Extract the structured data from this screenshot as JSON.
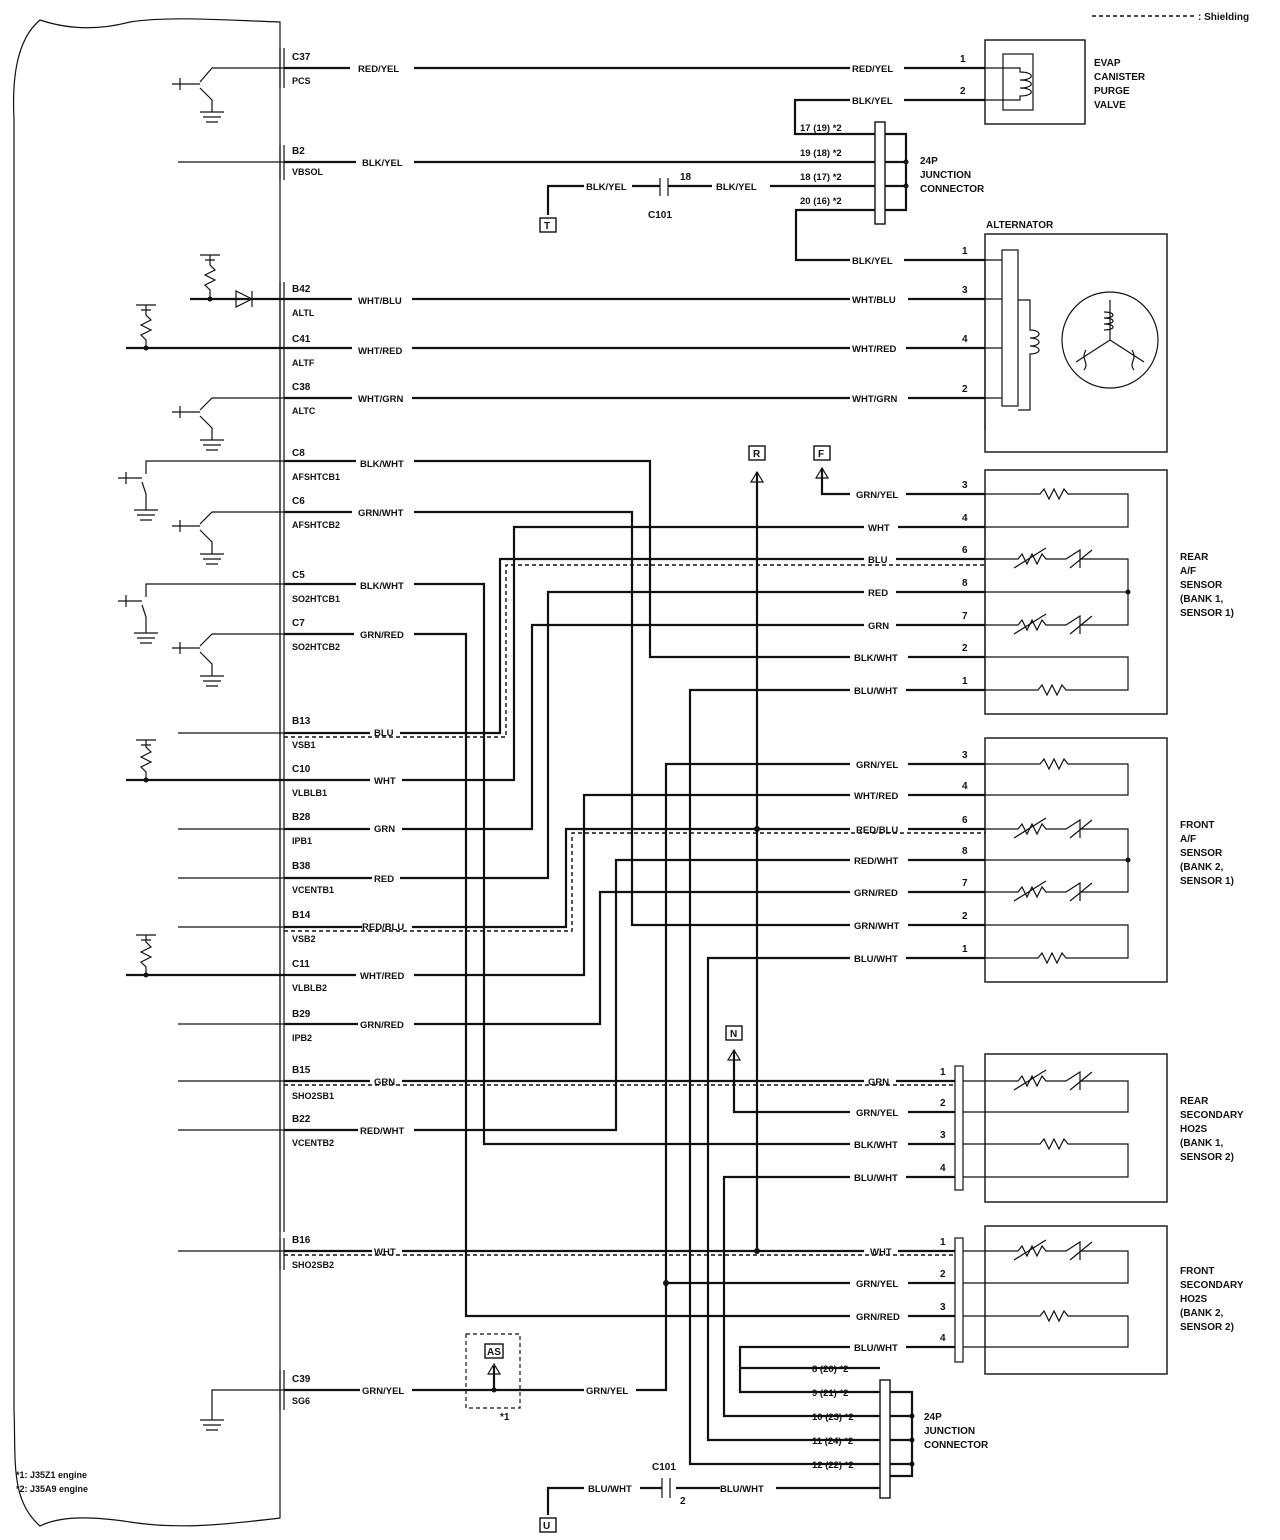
{
  "legend": {
    "shielding": ": Shielding"
  },
  "footnotes": [
    "*1: J35Z1 engine",
    "*2: J35A9 engine"
  ],
  "ecm_pins": [
    {
      "id": "C37",
      "name": "PCS",
      "wire": "RED/YEL"
    },
    {
      "id": "B2",
      "name": "VBSOL",
      "wire": "BLK/YEL"
    },
    {
      "id": "B42",
      "name": "ALTL",
      "wire": "WHT/BLU"
    },
    {
      "id": "C41",
      "name": "ALTF",
      "wire": "WHT/RED"
    },
    {
      "id": "C38",
      "name": "ALTC",
      "wire": "WHT/GRN"
    },
    {
      "id": "C8",
      "name": "AFSHTCB1",
      "wire": "BLK/WHT"
    },
    {
      "id": "C6",
      "name": "AFSHTCB2",
      "wire": "GRN/WHT"
    },
    {
      "id": "C5",
      "name": "SO2HTCB1",
      "wire": "BLK/WHT"
    },
    {
      "id": "C7",
      "name": "SO2HTCB2",
      "wire": "GRN/RED"
    },
    {
      "id": "B13",
      "name": "VSB1",
      "wire": "BLU"
    },
    {
      "id": "C10",
      "name": "VLBLB1",
      "wire": "WHT"
    },
    {
      "id": "B28",
      "name": "IPB1",
      "wire": "GRN"
    },
    {
      "id": "B38",
      "name": "VCENTB1",
      "wire": "RED"
    },
    {
      "id": "B14",
      "name": "VSB2",
      "wire": "RED/BLU"
    },
    {
      "id": "C11",
      "name": "VLBLB2",
      "wire": "WHT/RED"
    },
    {
      "id": "B29",
      "name": "IPB2",
      "wire": "GRN/RED"
    },
    {
      "id": "B15",
      "name": "SHO2SB1",
      "wire": "GRN"
    },
    {
      "id": "B22",
      "name": "VCENTB2",
      "wire": "RED/WHT"
    },
    {
      "id": "B16",
      "name": "SHO2SB2",
      "wire": "WHT"
    },
    {
      "id": "C39",
      "name": "SG6",
      "wire": "GRN/YEL"
    }
  ],
  "components": {
    "evap": {
      "name": [
        "EVAP",
        "CANISTER",
        "PURGE",
        "VALVE"
      ],
      "pins": [
        {
          "pin": "1",
          "wire": "RED/YEL"
        },
        {
          "pin": "2",
          "wire": "BLK/YEL"
        }
      ]
    },
    "jc_top": {
      "name": [
        "24P",
        "JUNCTION",
        "CONNECTOR"
      ],
      "pins": [
        "17 (19) *2",
        "19 (18) *2",
        "18 (17) *2",
        "20 (16) *2"
      ]
    },
    "c101_top": {
      "name": "C101",
      "pin": "18",
      "wire_left": "BLK/YEL",
      "wire_right": "BLK/YEL"
    },
    "alternator": {
      "name": "ALTERNATOR",
      "pins": [
        {
          "pin": "1",
          "wire": "BLK/YEL"
        },
        {
          "pin": "3",
          "wire": "WHT/BLU"
        },
        {
          "pin": "4",
          "wire": "WHT/RED"
        },
        {
          "pin": "2",
          "wire": "WHT/GRN"
        }
      ]
    },
    "rear_af": {
      "name": [
        "REAR",
        "A/F",
        "SENSOR",
        "(BANK 1,",
        "SENSOR 1)"
      ],
      "pins": [
        {
          "pin": "3",
          "wire": "GRN/YEL"
        },
        {
          "pin": "4",
          "wire": "WHT"
        },
        {
          "pin": "6",
          "wire": "BLU"
        },
        {
          "pin": "8",
          "wire": "RED"
        },
        {
          "pin": "7",
          "wire": "GRN"
        },
        {
          "pin": "2",
          "wire": "BLK/WHT"
        },
        {
          "pin": "1",
          "wire": "BLU/WHT"
        }
      ]
    },
    "front_af": {
      "name": [
        "FRONT",
        "A/F",
        "SENSOR",
        "(BANK 2,",
        "SENSOR 1)"
      ],
      "pins": [
        {
          "pin": "3",
          "wire": "GRN/YEL"
        },
        {
          "pin": "4",
          "wire": "WHT/RED"
        },
        {
          "pin": "6",
          "wire": "RED/BLU"
        },
        {
          "pin": "8",
          "wire": "RED/WHT"
        },
        {
          "pin": "7",
          "wire": "GRN/RED"
        },
        {
          "pin": "2",
          "wire": "GRN/WHT"
        },
        {
          "pin": "1",
          "wire": "BLU/WHT"
        }
      ]
    },
    "rear_ho2s": {
      "name": [
        "REAR",
        "SECONDARY",
        "HO2S",
        "(BANK 1,",
        "SENSOR 2)"
      ],
      "pins": [
        {
          "pin": "1",
          "wire": "GRN"
        },
        {
          "pin": "2",
          "wire": "GRN/YEL"
        },
        {
          "pin": "3",
          "wire": "BLK/WHT"
        },
        {
          "pin": "4",
          "wire": "BLU/WHT"
        }
      ]
    },
    "front_ho2s": {
      "name": [
        "FRONT",
        "SECONDARY",
        "HO2S",
        "(BANK 2,",
        "SENSOR 2)"
      ],
      "pins": [
        {
          "pin": "1",
          "wire": "WHT"
        },
        {
          "pin": "2",
          "wire": "GRN/YEL"
        },
        {
          "pin": "3",
          "wire": "GRN/RED"
        },
        {
          "pin": "4",
          "wire": "BLU/WHT"
        }
      ]
    },
    "jc_bottom": {
      "name": [
        "24P",
        "JUNCTION",
        "CONNECTOR"
      ],
      "pins": [
        "8 (20) *2",
        "9 (21) *2",
        "10 (23) *2",
        "11 (24) *2",
        "12 (22) *2"
      ]
    },
    "c101_bottom": {
      "name": "C101",
      "pin": "2",
      "wire_left": "BLU/WHT",
      "wire_right": "BLU/WHT"
    },
    "sg6_wire_right": "GRN/YEL",
    "as_marker": {
      "label": "AS",
      "note": "*1"
    }
  },
  "markers": {
    "T": "T",
    "R": "R",
    "F": "F",
    "N": "N",
    "U": "U"
  }
}
